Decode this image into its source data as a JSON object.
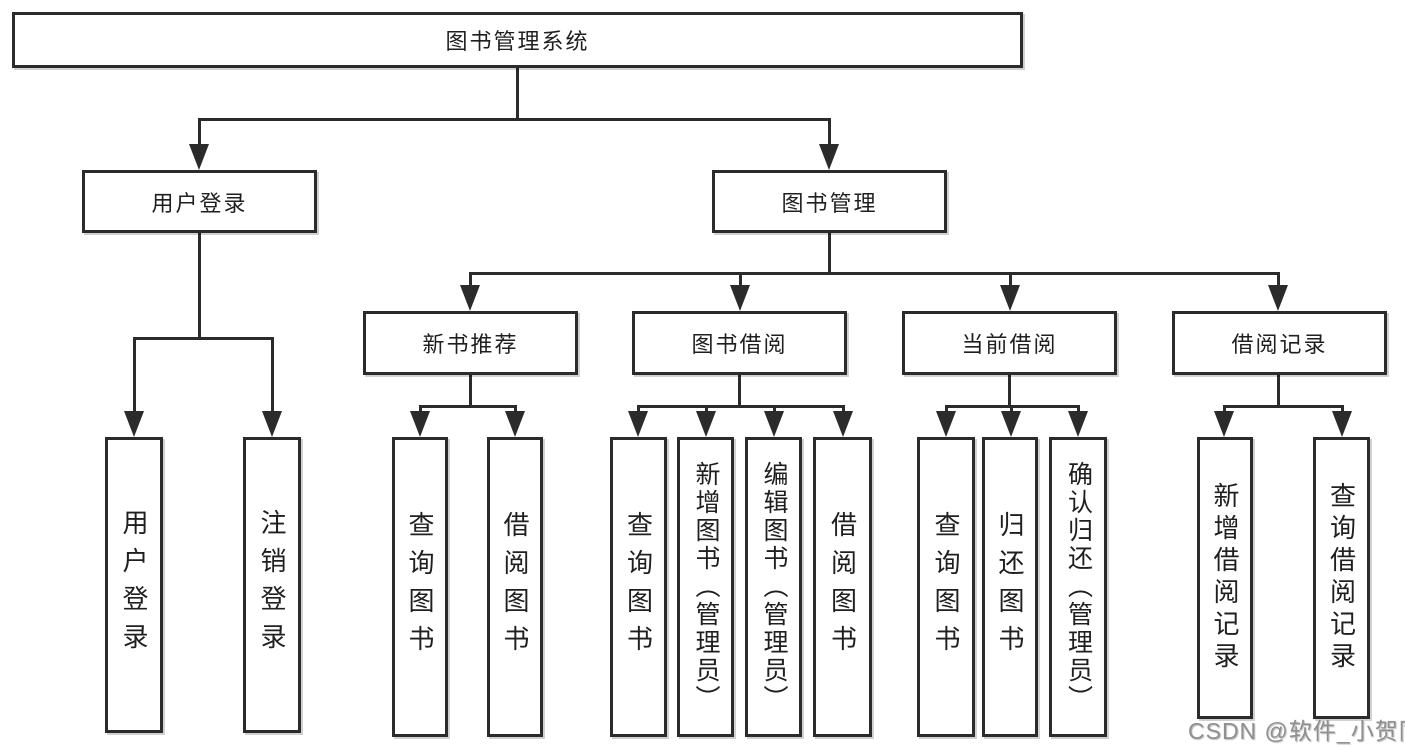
{
  "colors": {
    "line": "#2b2b2b",
    "box_border": "#2b2b2b",
    "text": "#1f1f1f",
    "background": "#ffffff",
    "watermark": "#8f8f8f"
  },
  "diagram": {
    "type": "hierarchy-tree",
    "root": "图书管理系统",
    "level2": {
      "user_login": "用户登录",
      "book_management": "图书管理"
    },
    "level3": {
      "new_book_recommend": "新书推荐",
      "book_borrow": "图书借阅",
      "current_borrow": "当前借阅",
      "borrow_records": "借阅记录"
    },
    "leaves": {
      "user_login": [
        "用户登录",
        "注销登录"
      ],
      "new_book_recommend": [
        "查询图书",
        "借阅图书"
      ],
      "book_borrow": [
        "查询图书",
        "新增图书（管理员）",
        "编辑图书（管理员）",
        "借阅图书"
      ],
      "current_borrow": [
        "查询图书",
        "归还图书",
        "确认归还（管理员）"
      ],
      "borrow_records": [
        "新增借阅记录",
        "查询借阅记录"
      ]
    }
  },
  "watermark": "CSDN @软件_小贺同学"
}
